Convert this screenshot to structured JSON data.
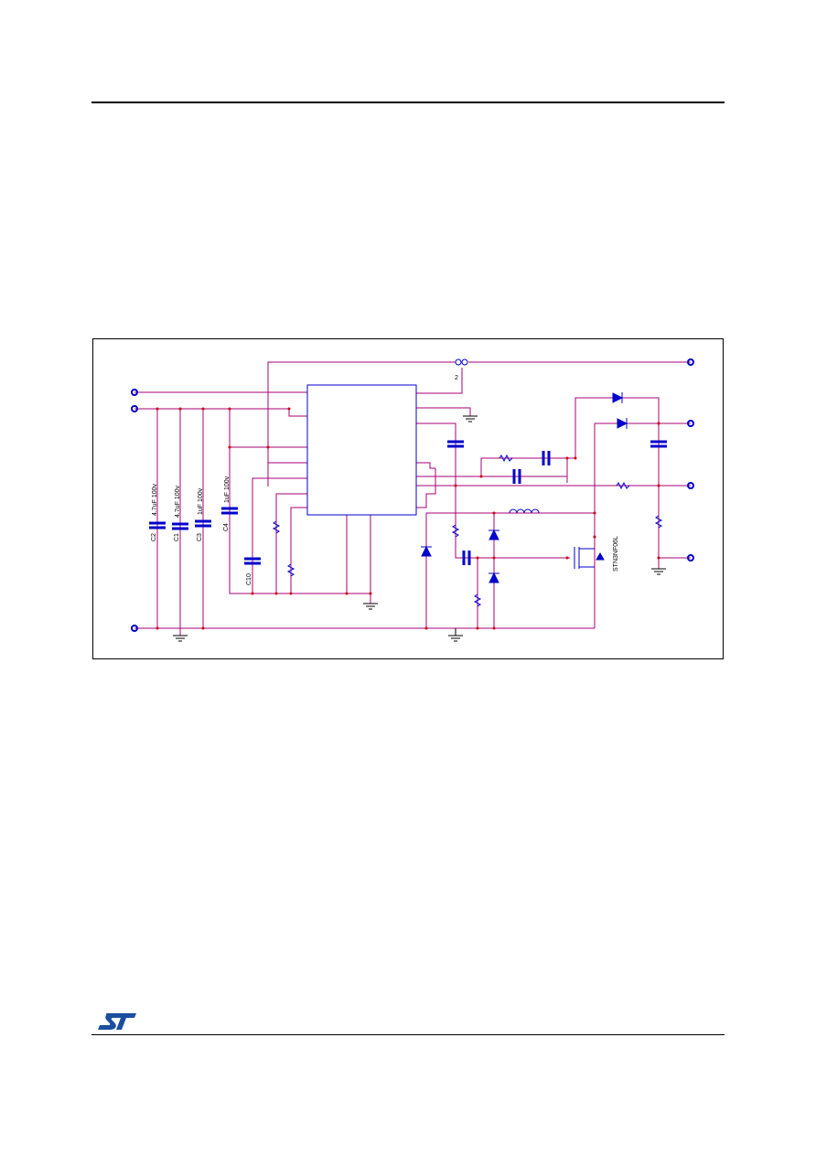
{
  "schematic": {
    "labels": {
      "c2": "C2",
      "c2_value": "4.7uF 100v",
      "c1": "C1",
      "c1_value": "4.7uF 100v",
      "c3": "C3",
      "c3_value": "1uF 100v",
      "c4": "C4",
      "c4_value": "1uF 100v",
      "c10": "C10",
      "mosfet": "STN3NF06L",
      "pin2": "2"
    },
    "colors": {
      "wire": "#aa0077",
      "component": "#0000cc",
      "node": "#cc0000",
      "ground": "#000000"
    }
  },
  "logo": {
    "text": "ST"
  }
}
